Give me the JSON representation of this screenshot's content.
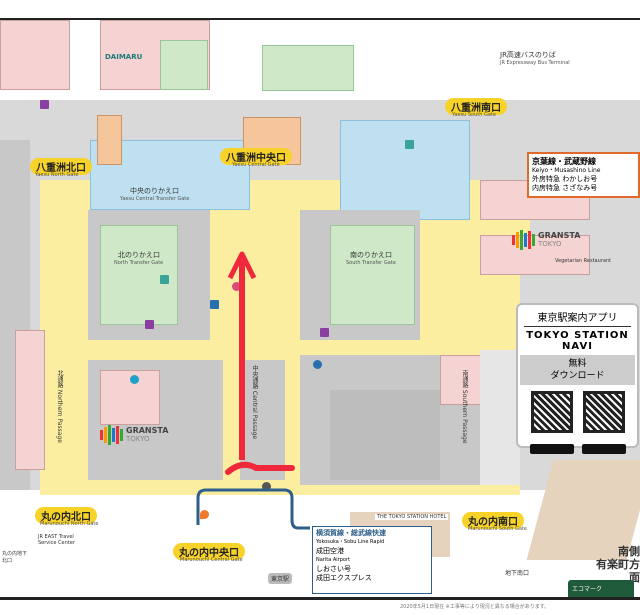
{
  "map": {
    "gates": {
      "yaesu_north": {
        "ja": "八重洲北口",
        "en": "Yaesu North Gate"
      },
      "yaesu_central": {
        "ja": "八重洲中央口",
        "en": "Yaesu Central Gate"
      },
      "yaesu_south": {
        "ja": "八重洲南口",
        "en": "Yaesu South Gate"
      },
      "marunouchi_north": {
        "ja": "丸の内北口",
        "en": "Marunouchi North Gate"
      },
      "marunouchi_central": {
        "ja": "丸の内中央口",
        "en": "Marunouchi Central Gate"
      },
      "marunouchi_south": {
        "ja": "丸の内南口",
        "en": "Marunouchi South Gate"
      }
    },
    "transfer_gates": {
      "central": {
        "ja": "中央のりかえ口",
        "en": "Yaesu Central Transfer Gate"
      },
      "north": {
        "ja": "北のりかえ口",
        "en": "North Transfer Gate"
      },
      "south": {
        "ja": "南のりかえ口",
        "en": "South Transfer Gate"
      }
    },
    "passages": {
      "central": "中央通路 Central Passage",
      "north": "北通路 Northern Passage",
      "south": "南通路 Southern Passage"
    },
    "labels": {
      "daimaru": "DAIMARU",
      "bus_terminal": "JR高速バスのりば",
      "bus_terminal_en": "JR Expressway Bus Terminal",
      "hotel": "THE TOKYO STATION HOTEL",
      "gransta": "GRANSTA",
      "gransta_sub": "TOKYO",
      "jr_east_travel": "JR EAST Travel Service Center",
      "marunouchi_underground_north": "丸の内地下北口",
      "underground_south": "地下南口",
      "tokyo_station_dome": "東京駅",
      "restaurant": "Vegetarian Restaurant"
    },
    "keiyo_box": {
      "title": "京葉線・武蔵野線",
      "title_en": "Keiyo・Musashino Line",
      "line1": "外房特急 わかしお号",
      "line2": "内房特急 さざなみ号"
    },
    "route_box": {
      "title": "横須賀線・総武線快速",
      "title_en": "Yokosuka・Sobu Line Rapid",
      "dest": "成田空港",
      "dest_en": "Narita Airport",
      "line1": "しおさい号",
      "line2": "成田エクスプレス"
    },
    "direction": {
      "line1": "南側",
      "line2": "有楽町方面"
    },
    "eco_badge": "エコマーク"
  },
  "app_promo": {
    "title": "東京駅案内アプリ",
    "app_name": "TOKYO STATION NAVI",
    "free": "無料",
    "download": "ダウンロード"
  },
  "footer_note": "2020年5月1日現在 ※工事等により現況と異なる場合があります。",
  "colors": {
    "concourse": "#fbeea0",
    "gate_label": "#f7d32a",
    "route_arrow": "#f0283c",
    "transfer_path": "#2e5f8a"
  }
}
